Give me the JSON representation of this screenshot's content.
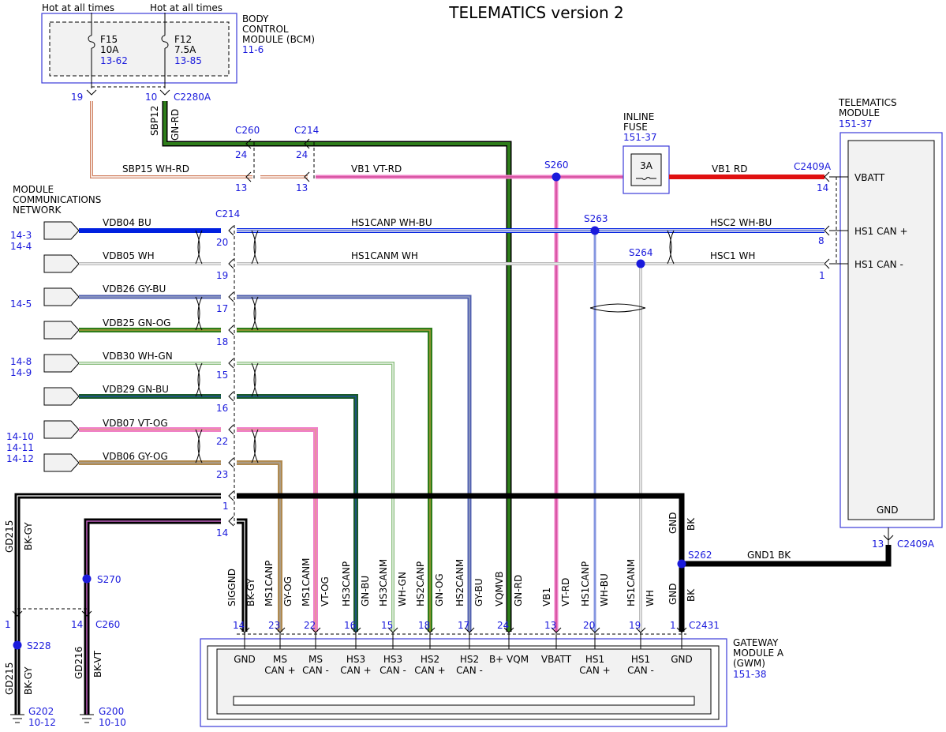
{
  "title": "TELEMATICS version 2",
  "colors": {
    "ref_blue": "#1a1adc",
    "box_blue": "#3b3bd9",
    "wire_black": "#000000",
    "wire_red": "#e01010",
    "wire_pink": "#f080c8",
    "wire_green": "#2e7d1a",
    "wire_blue": "#0020e0",
    "wire_gray": "#9a9a9a",
    "wire_tan": "#c8a060"
  },
  "bcm": {
    "name": "BODY\nCONTROL\nMODULE (BCM)",
    "ref": "11-6",
    "hot1": "Hot at all times",
    "hot2": "Hot at all times",
    "f15": {
      "name": "F15",
      "rating": "10A",
      "ref": "13-62"
    },
    "f12": {
      "name": "F12",
      "rating": "7.5A",
      "ref": "13-85"
    },
    "pin19": "19",
    "pin10": "10",
    "connector": "C2280A"
  },
  "splices": {
    "c260": "C260",
    "c214": "C214",
    "c214b": "C214",
    "s260": "S260",
    "s263": "S263",
    "s264": "S264",
    "s262": "S262",
    "s270": "S270",
    "s228": "S228"
  },
  "inline_fuse": {
    "name": "INLINE\nFUSE",
    "ref": "151-37",
    "rating": "3A"
  },
  "telematics": {
    "name": "TELEMATICS\nMODULE",
    "ref": "151-37",
    "vbatt": "VBATT",
    "canp": "HS1 CAN +",
    "canm": "HS1 CAN -",
    "gnd": "GND",
    "c2409a": "C2409A",
    "c2409a_b": "C2409A",
    "pin14": "14",
    "pin8": "8",
    "pin1": "1",
    "pin13": "13"
  },
  "mcn": {
    "name": "MODULE\nCOMMUNICATIONS\nNETWORK",
    "refs": [
      "14-3\n14-4",
      "14-5",
      "14-8\n14-9",
      "14-10\n14-11\n14-12"
    ]
  },
  "wires": {
    "sbp12": "SBP12",
    "gnrd": "GN-RD",
    "sbp15": "SBP15   WH-RD",
    "vb1vtrd": "VB1   VT-RD",
    "vb1rd": "VB1   RD",
    "vdb04": "VDB04   BU",
    "vdb05": "VDB05   WH",
    "vdb26": "VDB26   GY-BU",
    "vdb25": "VDB25   GN-OG",
    "vdb30": "VDB30   WH-GN",
    "vdb29": "VDB29   GN-BU",
    "vdb07": "VDB07   VT-OG",
    "vdb06": "VDB06   GY-OG",
    "hs1canp": "HS1CANP   WH-BU",
    "hs1canm": "HS1CANM   WH",
    "hsc2": "HSC2   WH-BU",
    "hsc1": "HSC1   WH",
    "gnd1": "GND1   BK",
    "gd215": "GD215",
    "bkgy": "BK-GY",
    "gd216": "GD216",
    "bkvt": "BK-VT",
    "gnd_bk_a": "GND",
    "bk_a": "BK",
    "gnd_bk_b": "GND",
    "bk_b": "BK"
  },
  "c214_pins": [
    "20",
    "19",
    "17",
    "18",
    "15",
    "16",
    "22",
    "23",
    "1",
    "14"
  ],
  "c260_pins": {
    "p24": "24",
    "p13": "13",
    "p24b": "24",
    "p13b": "13",
    "p1": "1",
    "p14": "14"
  },
  "vertical_labels": [
    {
      "circuit": "SIGGND",
      "color": "BK-GY"
    },
    {
      "circuit": "MS1CANP",
      "color": "GY-OG"
    },
    {
      "circuit": "MS1CANM",
      "color": "VT-OG"
    },
    {
      "circuit": "HS3CANP",
      "color": "GN-BU"
    },
    {
      "circuit": "HS3CANM",
      "color": "WH-GN"
    },
    {
      "circuit": "HS2CANP",
      "color": "GN-OG"
    },
    {
      "circuit": "HS2CANM",
      "color": "GY-BU"
    },
    {
      "circuit": "VQMVB",
      "color": "GN-RD"
    },
    {
      "circuit": "VB1",
      "color": "VT-RD"
    },
    {
      "circuit": "HS1CANP",
      "color": "WH-BU"
    },
    {
      "circuit": "HS1CANM",
      "color": "WH"
    }
  ],
  "gwm": {
    "name": "GATEWAY\nMODULE A\n(GWM)",
    "ref": "151-38",
    "connector": "C2431",
    "pins": [
      "14",
      "23",
      "22",
      "16",
      "15",
      "18",
      "17",
      "24",
      "13",
      "20",
      "19",
      "1"
    ],
    "labels": [
      "GND",
      "MS\nCAN +",
      "MS\nCAN -",
      "HS3\nCAN +",
      "HS3\nCAN -",
      "HS2\nCAN +",
      "HS2\nCAN -",
      "B+ VQM",
      "VBATT",
      "HS1\nCAN +",
      "HS1\nCAN -",
      "GND"
    ]
  },
  "grounds": {
    "g202": "G202",
    "g202ref": "10-12",
    "g200": "G200",
    "g200ref": "10-10",
    "c260": "C260",
    "p1": "1",
    "p14": "14"
  }
}
